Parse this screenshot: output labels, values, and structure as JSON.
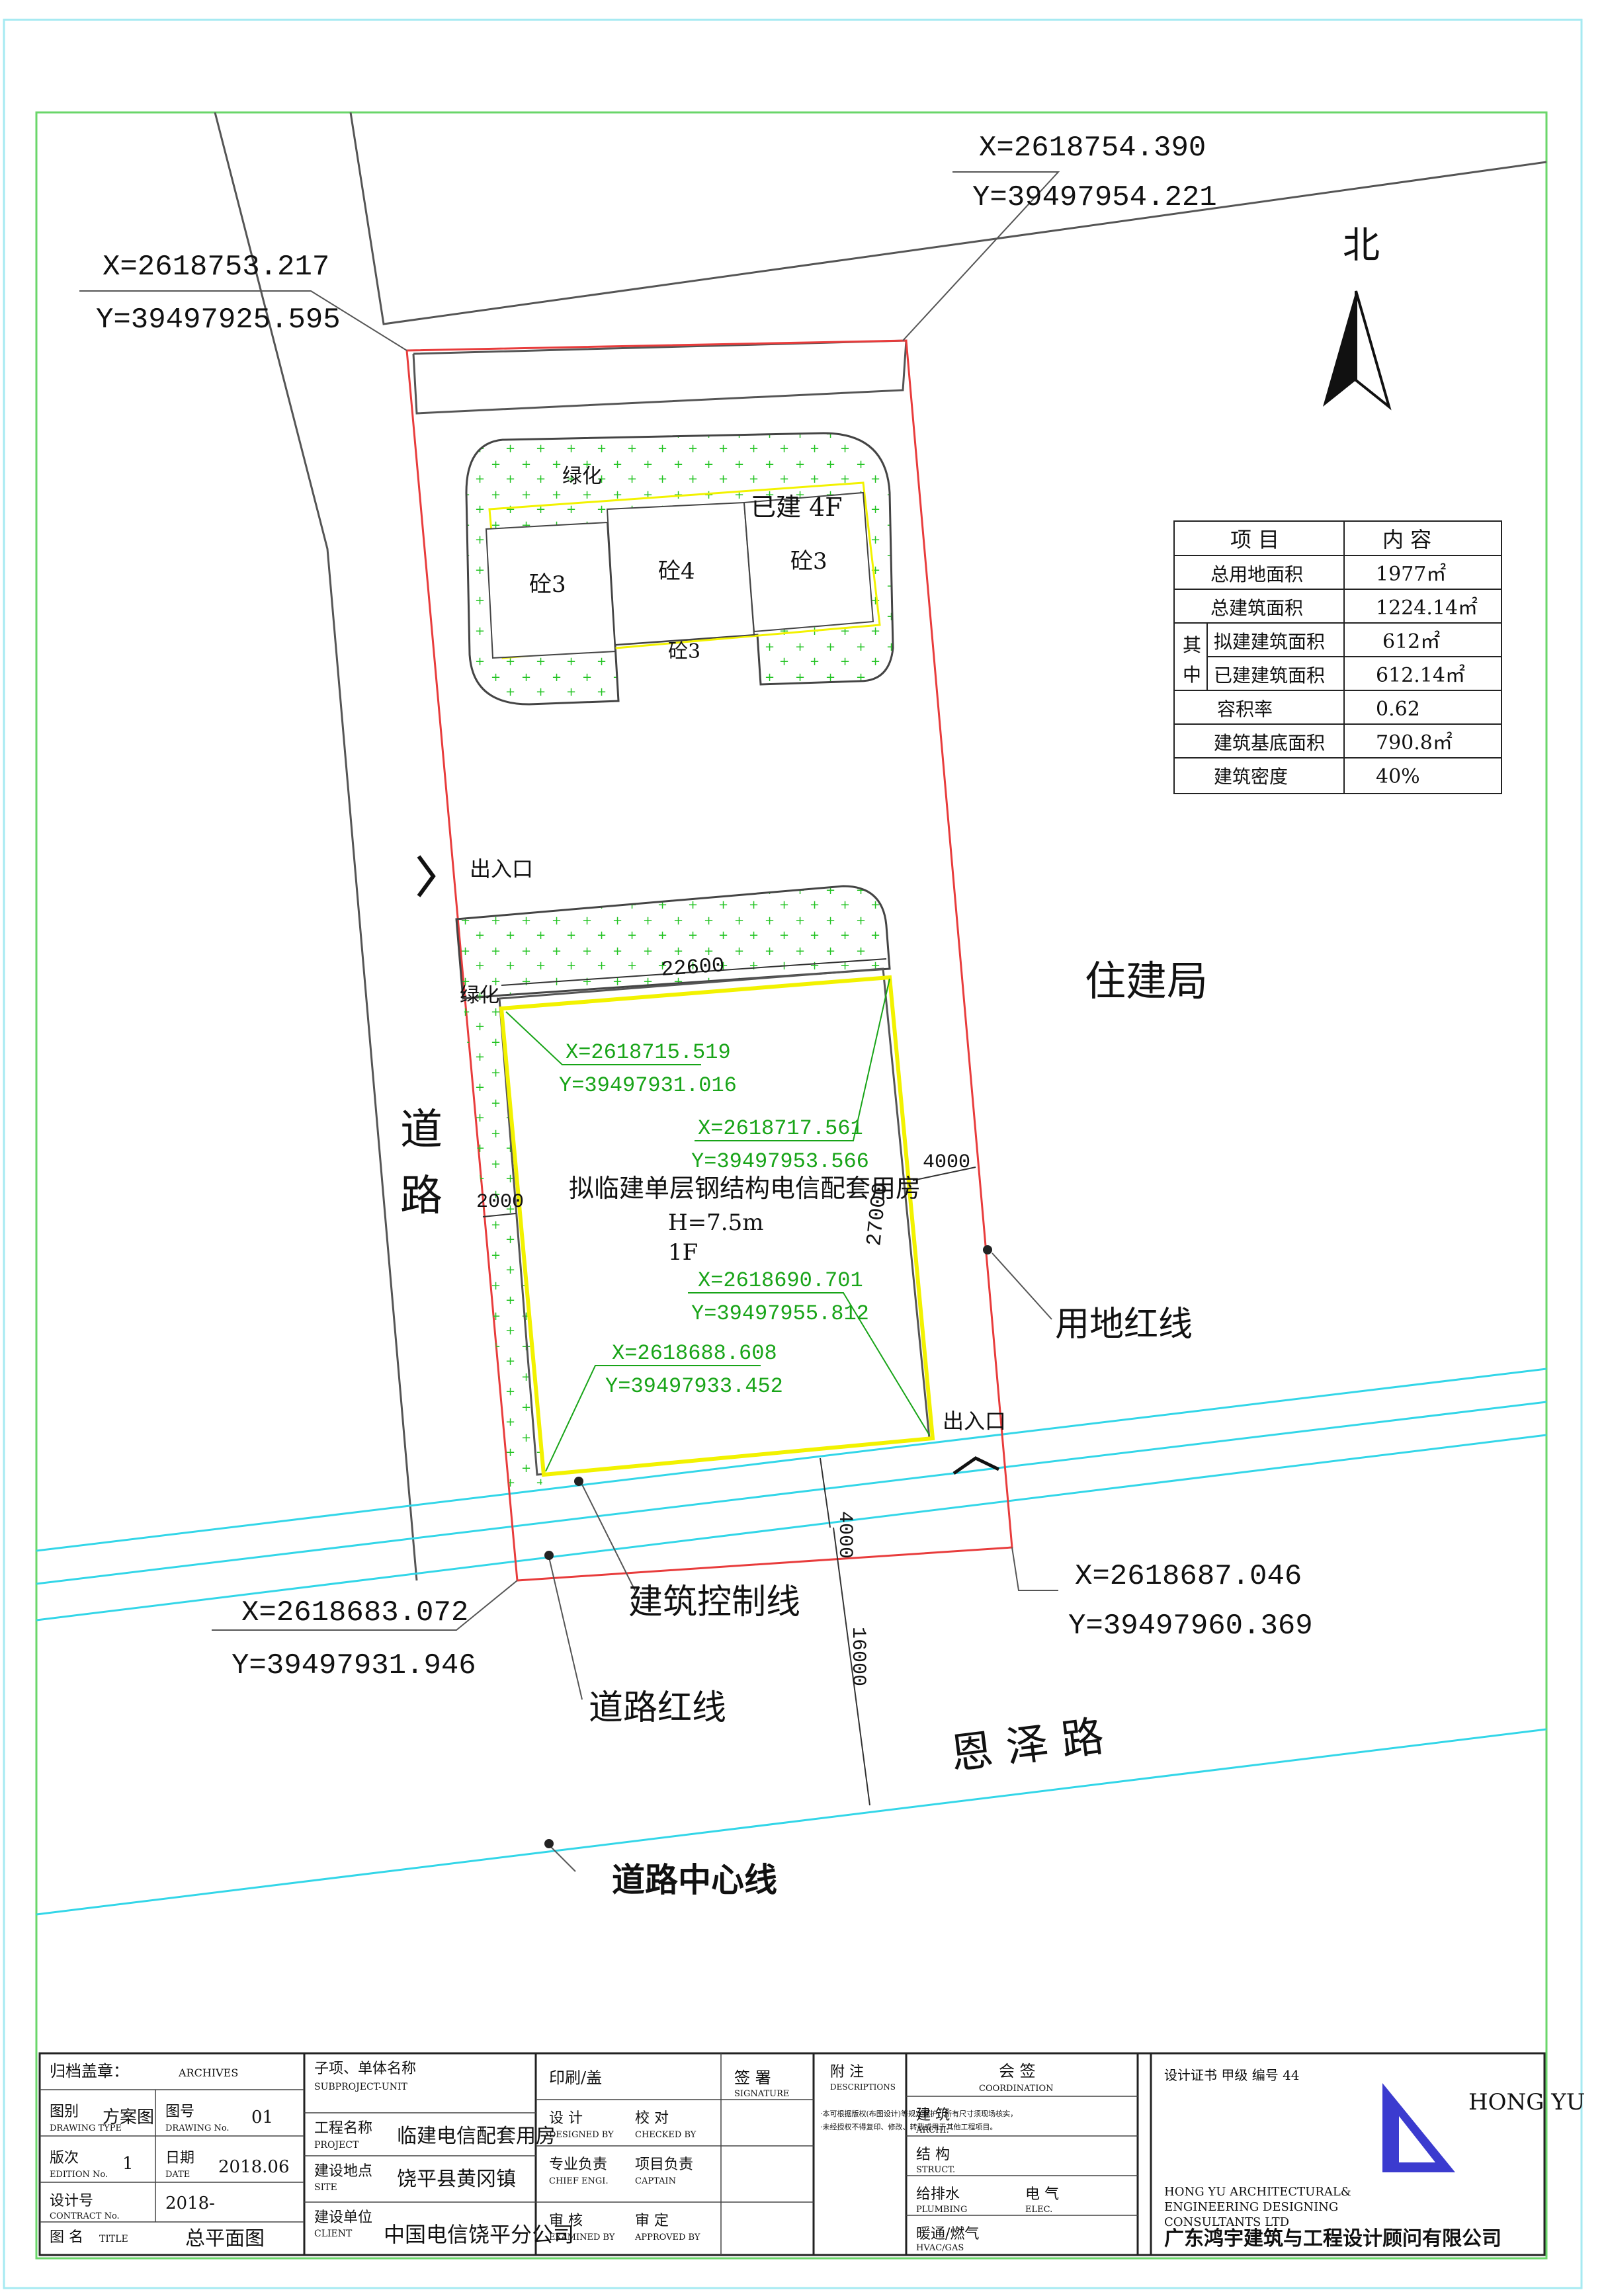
{
  "site_plan": {
    "north_label": "北",
    "road_west": [
      "道",
      "路"
    ],
    "road_south": "恩 泽 路",
    "neighbor": "住建局",
    "road_centerline_label": "道路中心线",
    "land_red_line_label": "用地红线",
    "road_red_line_label": "道路红线",
    "building_control_line_label": "建筑控制线",
    "entrance_west": "出入口",
    "entrance_south": "出入口",
    "greening_north": "绿化",
    "greening_south": "绿化",
    "existing_label": "已建  4F",
    "existing_blocks": [
      "砼3",
      "砼4",
      "砼3",
      "砼3"
    ],
    "new_building": {
      "name": "拟临建单层钢结构电信配套用房",
      "height": "H=7.5m",
      "floors": "1F"
    },
    "dimensions": {
      "top": "22600",
      "right_side": "27000",
      "east_offset": "4000",
      "west_offset": "2000",
      "south_offset": "4000",
      "road_half": "16000"
    },
    "coords": [
      {
        "x": "X=2618754.390",
        "y": "Y=39497954.221"
      },
      {
        "x": "X=2618753.217",
        "y": "Y=39497925.595"
      },
      {
        "x": "X=2618687.046",
        "y": "Y=39497960.369"
      },
      {
        "x": "X=2618683.072",
        "y": "Y=39497931.946"
      }
    ],
    "building_coords": [
      {
        "x": "X=2618715.519",
        "y": "Y=39497931.016"
      },
      {
        "x": "X=2618717.561",
        "y": "Y=39497953.566"
      },
      {
        "x": "X=2618690.701",
        "y": "Y=39497955.812"
      },
      {
        "x": "X=2618688.608",
        "y": "Y=39497933.452"
      }
    ]
  },
  "stats_table": {
    "header": [
      "项 目",
      "内 容"
    ],
    "rows": [
      {
        "label": "总用地面积",
        "value": "1977㎡"
      },
      {
        "label": "总建筑面积",
        "value": "1224.14㎡"
      },
      {
        "label": "拟建建筑面积",
        "value": "612㎡"
      },
      {
        "label": "已建建筑面积",
        "value": "612.14㎡"
      },
      {
        "label": "容积率",
        "value": "0.62"
      },
      {
        "label": "建筑基底面积",
        "value": "790.8㎡"
      },
      {
        "label": "建筑密度",
        "value": "40%"
      }
    ],
    "group_label": [
      "其",
      "中"
    ]
  },
  "title_block": {
    "company_cn": "广东鸿宇建筑与工程设计顾问有限公司",
    "company_en_1": "HONG YU ARCHITECTURAL&",
    "company_en_2": "ENGINEERING DESIGNING",
    "company_en_3": "CONSULTANTS LTD",
    "logo_text": "HONG YU",
    "cert": "设计证书    甲级    编号    44",
    "coordination": "会 签",
    "coordination_en": "COORDINATION",
    "disciplines": [
      "建 筑",
      "结 构",
      "给排水",
      "电 气",
      "暖通/燃气"
    ],
    "disciplines_en": [
      "ARCHI.",
      "STRUCT.",
      "PLUMBING",
      "ELEC.",
      "HVAC/GAS"
    ],
    "notes_title": "附 注",
    "notes_title_en": "DESCRIPTIONS",
    "notes_1": "·本可根据版权(布图设计)等规定保护，所有尺寸须现场核实，",
    "notes_2": "·未经授权不得复印、修改、转载或用于其他工程项目。",
    "roles": [
      {
        "cn": "审 定",
        "en": "APPROVED BY"
      },
      {
        "cn": "审 核",
        "en": "EXAMINED BY"
      },
      {
        "cn": "项目负责",
        "en": "CAPTAIN"
      },
      {
        "cn": "专业负责",
        "en": "CHIEF ENGI."
      },
      {
        "cn": "校 对",
        "en": "CHECKED BY"
      },
      {
        "cn": "设 计",
        "en": "DESIGNED BY"
      }
    ],
    "print_seal": "印刷/盖",
    "signature": "签 署",
    "signature_en": "SIGNATURE",
    "client_label": "建设单位",
    "client_en": "CLIENT",
    "client": "中国电信饶平分公司",
    "site_label": "建设地点",
    "site_en": "SITE",
    "site": "饶平县黄冈镇",
    "project_label": "工程名称",
    "project_en": "PROJECT",
    "project": "临建电信配套用房",
    "subproject_label": "子项、单体名称",
    "subproject_en": "SUBPROJECT-UNIT",
    "title_label": "图 名",
    "title_en": "TITLE",
    "title": "总平面图",
    "contract_label": "设计号",
    "contract_en": "CONTRACT No.",
    "contract": "2018-",
    "edition_label": "版次",
    "edition_en": "EDITION No.",
    "edition": "1",
    "date_label": "日期",
    "date_en": "DATE",
    "date": "2018.06",
    "type_label": "图别",
    "type_en": "DRAWING TYPE",
    "type": "方案图",
    "drawing_no_label": "图号",
    "drawing_no_en": "DRAWING No.",
    "drawing_no": "01",
    "archive_label": "归档盖章：",
    "archive_en": "ARCHIVES"
  },
  "colors": {
    "red_line": "#e83c3c",
    "green_hatch": "#22c322",
    "yellow_building": "#f2f200",
    "cyan_road": "#33d6e8",
    "coord_green": "#18a418"
  }
}
